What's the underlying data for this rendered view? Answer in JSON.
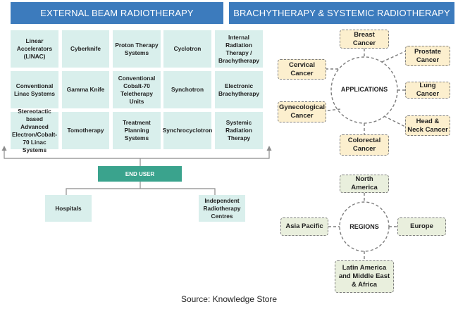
{
  "headers": {
    "external": "EXTERNAL BEAM RADIOTHERAPY",
    "brachy": "BRACHYTHERAPY & SYSTEMIC RADIOTHERAPY"
  },
  "grid": [
    [
      "Linear Accelerators (LINAC)",
      "Cyberknife",
      "Proton Therapy Systems",
      "Cyclotron",
      "Internal Radiation Therapy / Brachytherapy"
    ],
    [
      "Conventional Linac Systems",
      "Gamma Knife",
      "Conventional Cobalt-70 Teletherapy Units",
      "Synchotron",
      "Electronic Brachytherapy"
    ],
    [
      "Stereotactic based Advanced Electron/Cobalt-70 Linac Systems",
      "Tomotherapy",
      "Treatment Planning Systems",
      "Synchrocyclotron",
      "Systemic Radiation Therapy"
    ]
  ],
  "end_user": {
    "label": "END USER",
    "items": [
      "Hospitals",
      "Independent Radiotherapy Centres"
    ]
  },
  "applications": {
    "label": "APPLICATIONS",
    "items": [
      "Breast Cancer",
      "Prostate Cancer",
      "Lung Cancer",
      "Head & Neck Cancer",
      "Colorectal Cancer",
      "Gynecological Cancer",
      "Cervical Cancer"
    ]
  },
  "regions": {
    "label": "REGIONS",
    "items": [
      "North America",
      "Europe",
      "Latin America and Middle East & Africa",
      "Asia Pacific"
    ]
  },
  "source": "Source: Knowledge Store",
  "colors": {
    "header_blue": "#3c7bbd",
    "cell_teal_light": "#d9efec",
    "end_user_green": "#3aa38d",
    "application_fill": "#fcefce",
    "region_fill": "#e9efdd"
  }
}
